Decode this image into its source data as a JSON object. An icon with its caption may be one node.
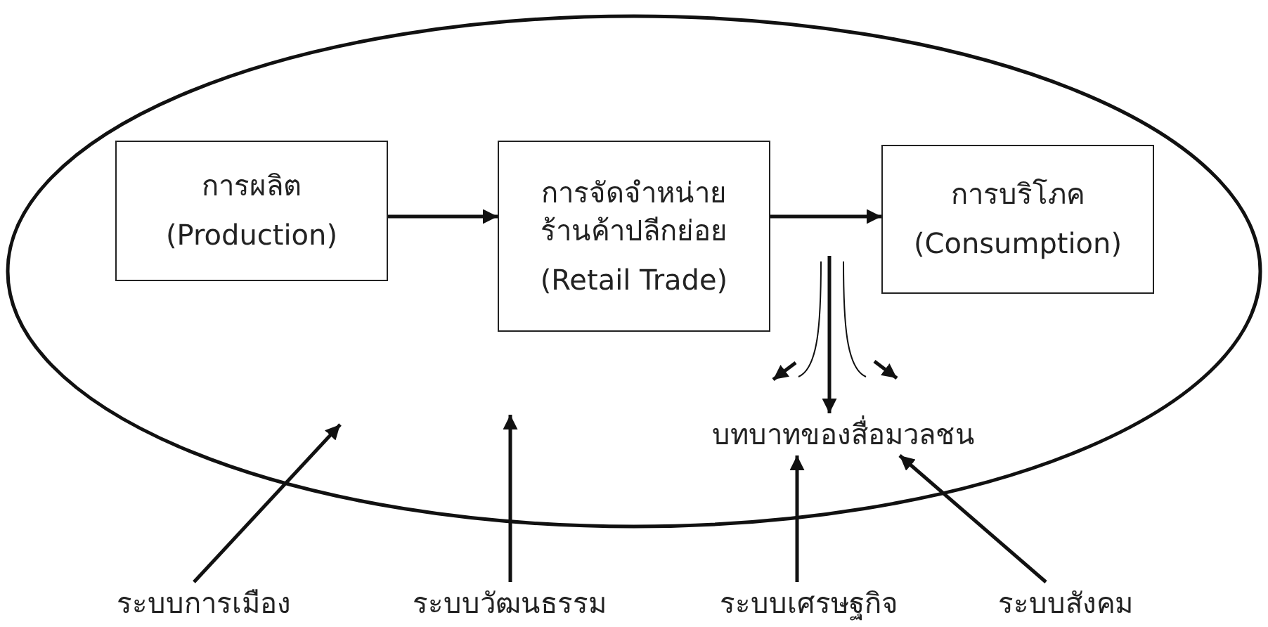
{
  "diagram": {
    "nodes": [
      {
        "text": [],
        "shape": "ellipse"
      },
      {
        "text": [
          "การผลิต",
          "(Production)"
        ],
        "in": 0
      },
      {
        "text": [
          "การจัดจำหน่าย ร้านค้าปลีกย่อย",
          "(Retail Trade)"
        ],
        "in": 0
      },
      {
        "text": [
          "การบริโภค",
          "(Consumption)"
        ],
        "in": 0
      },
      {
        "text": [
          "บทบาทของสื่อมวลชน"
        ],
        "in": 0
      },
      {
        "text": [
          "ระบบการเมือง"
        ]
      },
      {
        "text": [
          "ระบบวัฒนธรรม"
        ]
      },
      {
        "text": [
          "ระบบเศรษฐกิจ"
        ]
      },
      {
        "text": [
          "ระบบสังคม"
        ]
      }
    ],
    "edges": [
      {
        "from": 1,
        "to": 2,
        "arrow": "to"
      },
      {
        "from": 2,
        "to": 3,
        "arrow": "to"
      },
      {
        "from": null,
        "to": 4,
        "arrow": "to"
      },
      {
        "from": 5,
        "to": null,
        "arrow": "to"
      },
      {
        "from": 6,
        "to": null,
        "arrow": "to"
      },
      {
        "from": 7,
        "to": 4,
        "arrow": "to"
      },
      {
        "from": 8,
        "to": 4,
        "arrow": "to"
      }
    ]
  }
}
